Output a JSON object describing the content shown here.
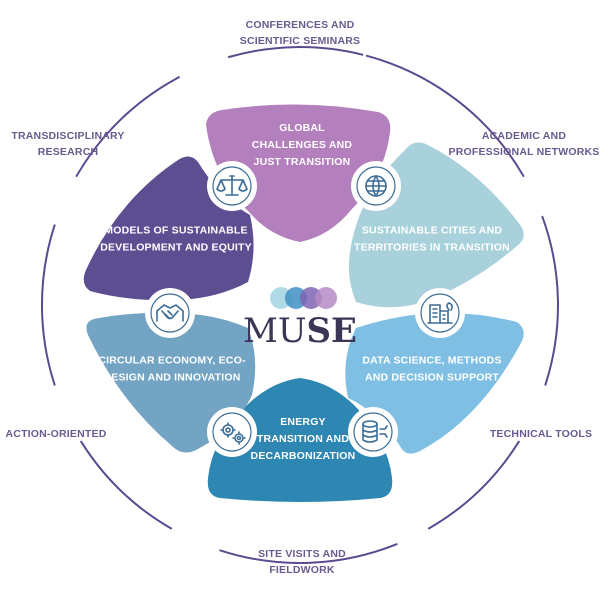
{
  "colors": {
    "outer_ring": "#5b4a8f",
    "outer_text": "#6a5a8e",
    "petal_global": "#b37fbc",
    "petal_cities": "#a9d1db",
    "petal_data": "#80bfe4",
    "petal_energy": "#2e87b2",
    "petal_circular": "#73a4c3",
    "petal_models": "#5d4e92",
    "icon_circle_fill": "#ffffff",
    "icon_stroke": "#3b6d96",
    "logo_dot_1": "#a9d6e6",
    "logo_dot_2": "#3f8fc4",
    "logo_dot_3": "#7f64b3",
    "logo_dot_4": "#b58cc6"
  },
  "outer_labels": [
    {
      "id": "conferences",
      "lines": [
        "CONFERENCES AND",
        "SCIENTIFIC SEMINARS"
      ]
    },
    {
      "id": "academic",
      "lines": [
        "ACADEMIC AND",
        "PROFESSIONAL NETWORKS"
      ]
    },
    {
      "id": "technical",
      "lines": [
        "TECHNICAL TOOLS"
      ]
    },
    {
      "id": "site-visits",
      "lines": [
        "SITE VISITS AND",
        "FIELDWORK"
      ]
    },
    {
      "id": "action",
      "lines": [
        "ACTION-ORIENTED"
      ]
    },
    {
      "id": "transdisciplinary",
      "lines": [
        "TRANSDISCIPLINARY",
        "RESEARCH"
      ]
    }
  ],
  "petals": [
    {
      "id": "global",
      "icon": "scales-icon",
      "lines": [
        "GLOBAL",
        "CHALLENGES AND",
        "JUST TRANSITION"
      ]
    },
    {
      "id": "cities",
      "icon": "globe-icon",
      "lines": [
        "SUSTAINABLE CITIES AND",
        "TERRITORIES IN TRANSITION"
      ]
    },
    {
      "id": "data",
      "icon": "city-building-icon",
      "lines": [
        "DATA SCIENCE, METHODS",
        "AND DECISION SUPPORT"
      ]
    },
    {
      "id": "energy",
      "icon": "database-icon",
      "lines": [
        "ENERGY",
        "TRANSITION AND",
        "DECARBONIZATION"
      ]
    },
    {
      "id": "circular",
      "icon": "gears-icon",
      "lines": [
        "CIRCULAR ECONOMY, ECO-",
        "DESIGN AND INNOVATION"
      ]
    },
    {
      "id": "models",
      "icon": "handshake-icon",
      "lines": [
        "MODELS OF SUSTAINABLE",
        "DEVELOPMENT AND EQUITY"
      ]
    }
  ],
  "logo": {
    "text_light": "MU",
    "text_bold": "SE"
  }
}
